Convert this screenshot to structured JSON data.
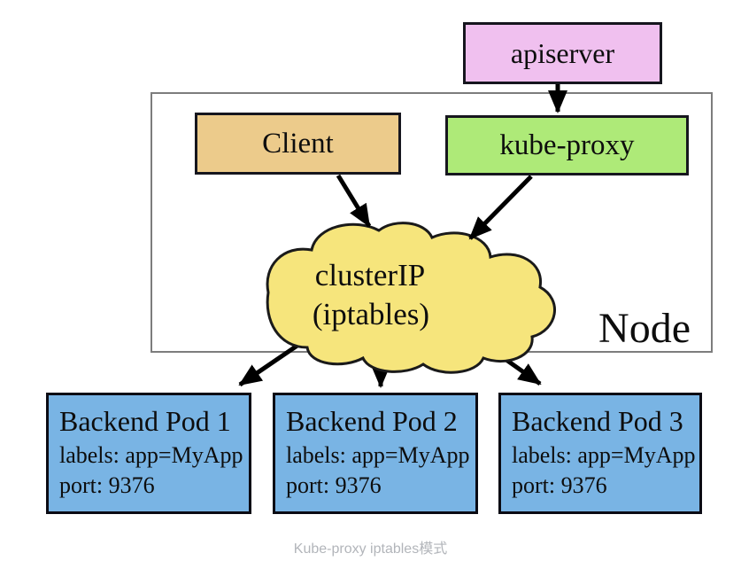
{
  "colors": {
    "background": "#ffffff",
    "apiserver_fill": "#f0c0ef",
    "client_fill": "#eccb8b",
    "kube_proxy_fill": "#aeea78",
    "cloud_fill": "#f6e57c",
    "pod_fill": "#79b4e4",
    "box_border": "#16161e",
    "node_border": "#7d7d7d",
    "arrow_color": "#000000",
    "text_color": "#0d0d0d",
    "caption_color": "#b2b5ba"
  },
  "boxes": {
    "apiserver": {
      "label": "apiserver"
    },
    "client": {
      "label": "Client"
    },
    "kube_proxy": {
      "label": "kube-proxy"
    }
  },
  "cloud": {
    "line1": "clusterIP",
    "line2": "(iptables)"
  },
  "node": {
    "label": "Node"
  },
  "pods": [
    {
      "title": "Backend Pod 1",
      "labels": "labels: app=MyApp",
      "port": "port: 9376"
    },
    {
      "title": "Backend Pod 2",
      "labels": "labels: app=MyApp",
      "port": "port: 9376"
    },
    {
      "title": "Backend Pod 3",
      "labels": "labels: app=MyApp",
      "port": "port: 9376"
    }
  ],
  "caption": "Kube-proxy iptables模式",
  "connections": [
    {
      "from": "apiserver",
      "to": "kube-proxy"
    },
    {
      "from": "Client",
      "to": "clusterIP (iptables)"
    },
    {
      "from": "kube-proxy",
      "to": "clusterIP (iptables)"
    },
    {
      "from": "clusterIP (iptables)",
      "to": "Backend Pod 1"
    },
    {
      "from": "clusterIP (iptables)",
      "to": "Backend Pod 2"
    },
    {
      "from": "clusterIP (iptables)",
      "to": "Backend Pod 3"
    }
  ]
}
